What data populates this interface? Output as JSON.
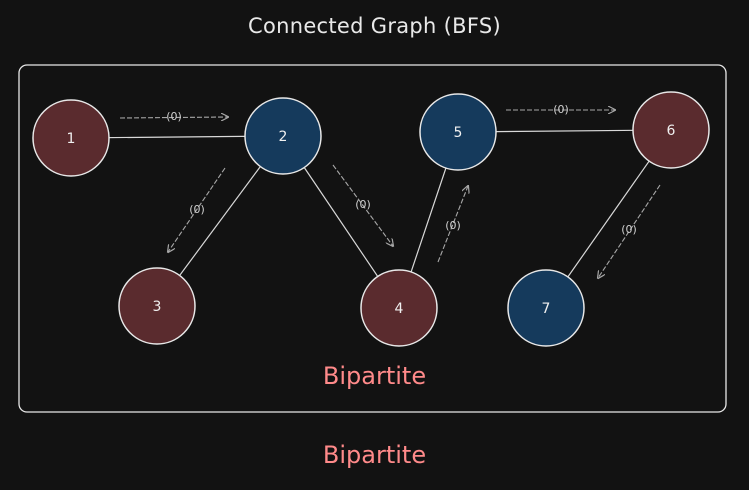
{
  "title": "Connected Graph (BFS)",
  "colors": {
    "background": "#121212",
    "stroke": "#e8e8e8",
    "edge": "#d9d9d9",
    "arrow": "#a8a8a8",
    "label": "#cfcfcf",
    "red_fill": "#5a2b2e",
    "blue_fill": "#153a5c",
    "verdict": "#ff8a8a"
  },
  "nodes": [
    {
      "id": "1",
      "label": "1",
      "color": "red"
    },
    {
      "id": "2",
      "label": "2",
      "color": "blue"
    },
    {
      "id": "3",
      "label": "3",
      "color": "red"
    },
    {
      "id": "4",
      "label": "4",
      "color": "red"
    },
    {
      "id": "5",
      "label": "5",
      "color": "blue"
    },
    {
      "id": "6",
      "label": "6",
      "color": "red"
    },
    {
      "id": "7",
      "label": "7",
      "color": "blue"
    }
  ],
  "edges": [
    {
      "from": "1",
      "to": "2"
    },
    {
      "from": "2",
      "to": "3"
    },
    {
      "from": "2",
      "to": "4"
    },
    {
      "from": "4",
      "to": "5"
    },
    {
      "from": "5",
      "to": "6"
    },
    {
      "from": "6",
      "to": "7"
    }
  ],
  "traversals": [
    {
      "from": "1",
      "to": "2",
      "label": "(0)"
    },
    {
      "from": "2",
      "to": "3",
      "label": "(0)"
    },
    {
      "from": "2",
      "to": "4",
      "label": "(0)"
    },
    {
      "from": "4",
      "to": "5",
      "label": "(0)"
    },
    {
      "from": "5",
      "to": "6",
      "label": "(0)"
    },
    {
      "from": "6",
      "to": "7",
      "label": "(0)"
    }
  ],
  "verdict_inner": "Bipartite",
  "verdict_outer": "Bipartite"
}
